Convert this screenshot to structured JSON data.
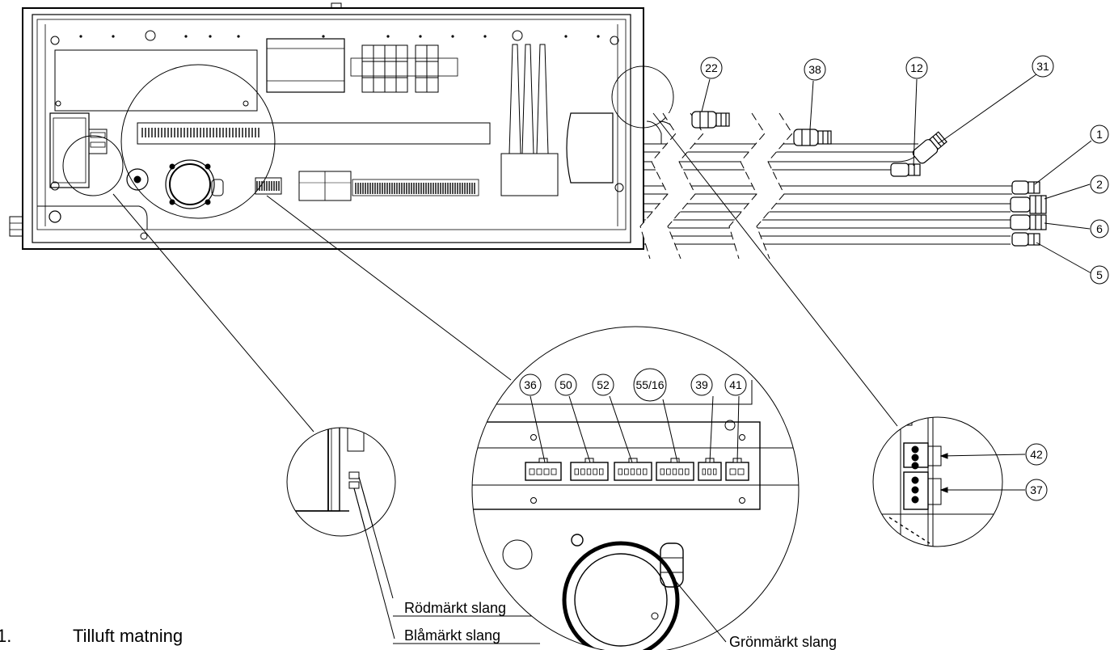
{
  "balloons": {
    "b22": "22",
    "b38": "38",
    "b12": "12",
    "b31": "31",
    "b1": "1",
    "b2": "2",
    "b6": "6",
    "b5": "5",
    "b36": "36",
    "b50": "50",
    "b52": "52",
    "b5516": "55/16",
    "b39": "39",
    "b41": "41",
    "b42": "42",
    "b37": "37"
  },
  "labels": {
    "red_hose": "Rödmärkt slang",
    "blue_hose": "Blåmärkt slang",
    "green_hose": "Grönmärkt slang"
  },
  "legend": {
    "number": "1.",
    "text": "Tilluft matning"
  }
}
